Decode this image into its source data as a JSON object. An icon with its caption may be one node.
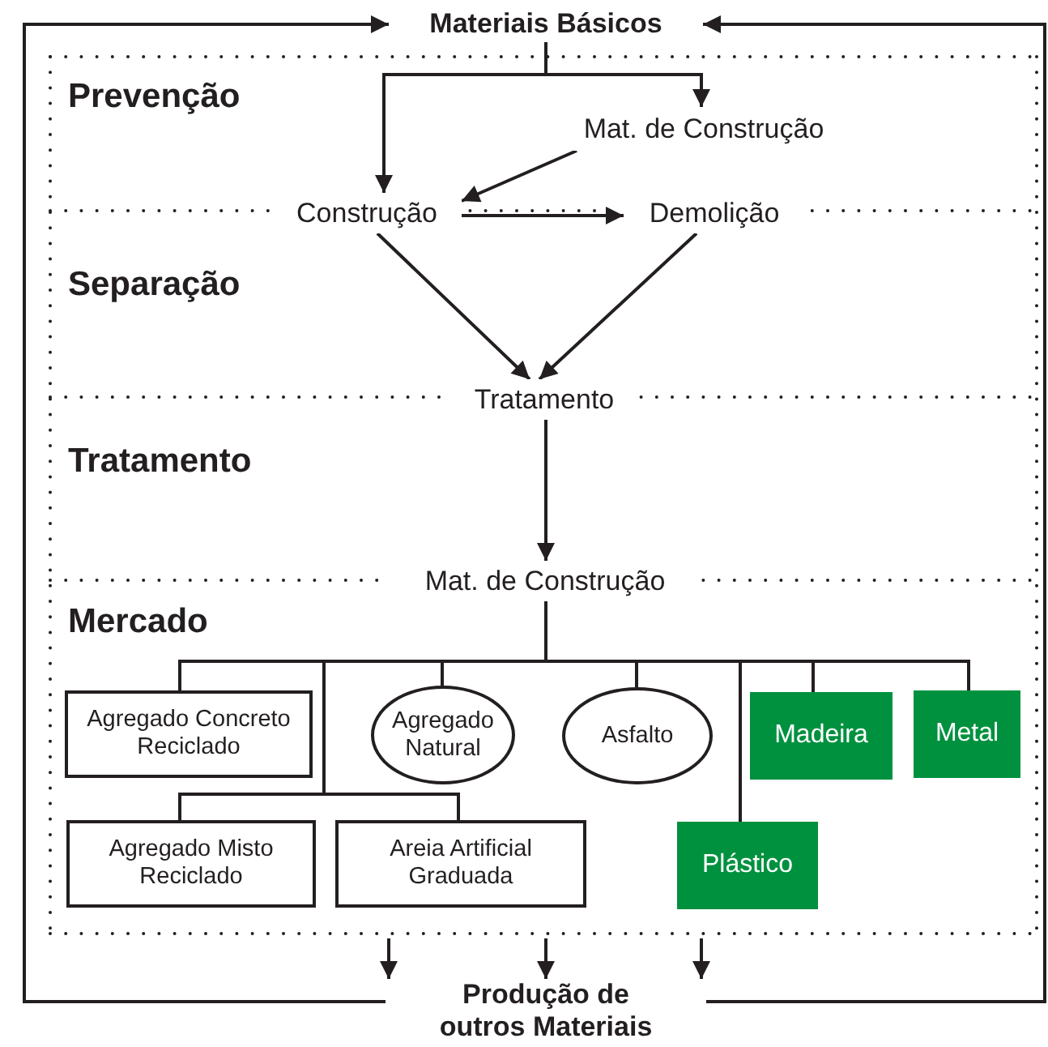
{
  "diagram": {
    "nodes": [
      {
        "text": [
          "Materiais Básicos"
        ]
      },
      {
        "text": [
          "Mat. de Construção"
        ]
      },
      {
        "text": [
          "Construção"
        ]
      },
      {
        "text": [
          "Demolição"
        ]
      },
      {
        "text": [
          "Tratamento"
        ]
      },
      {
        "text": [
          "Mat. de Construção"
        ]
      },
      {
        "text": [
          "Agregado Concreto Reciclado"
        ]
      },
      {
        "text": [
          "Agregado Natural"
        ]
      },
      {
        "text": [
          "Asfalto"
        ]
      },
      {
        "text": [
          "Madeira"
        ]
      },
      {
        "text": [
          "Metal"
        ]
      },
      {
        "text": [
          "Agregado Misto Reciclado"
        ]
      },
      {
        "text": [
          "Areia Artificial Graduada"
        ]
      },
      {
        "text": [
          "Plástico"
        ]
      },
      {
        "text": [
          "Produção de outros Materiais"
        ]
      }
    ],
    "edges": [
      {
        "from": 0,
        "to": 1,
        "arrow": "to"
      },
      {
        "from": 0,
        "to": 2,
        "arrow": "to"
      },
      {
        "from": 1,
        "to": 2,
        "arrow": "to"
      },
      {
        "from": 2,
        "to": 3,
        "arrow": "to"
      },
      {
        "from": 2,
        "to": 4,
        "arrow": "to"
      },
      {
        "from": 3,
        "to": 4,
        "arrow": "to"
      },
      {
        "from": 4,
        "to": 5,
        "arrow": "to"
      },
      {
        "from": 5,
        "to": 6,
        "arrow": "none"
      },
      {
        "from": 5,
        "to": 7,
        "arrow": "none"
      },
      {
        "from": 5,
        "to": 8,
        "arrow": "none"
      },
      {
        "from": 5,
        "to": 9,
        "arrow": "none"
      },
      {
        "from": 5,
        "to": 10,
        "arrow": "none"
      },
      {
        "from": 5,
        "to": 11,
        "arrow": "none"
      },
      {
        "from": 5,
        "to": 12,
        "arrow": "none"
      },
      {
        "from": 5,
        "to": 13,
        "arrow": "none"
      },
      {
        "from": null,
        "to": 14,
        "arrow": "to"
      },
      {
        "from": null,
        "to": 14,
        "arrow": "to"
      },
      {
        "from": null,
        "to": 14,
        "arrow": "to"
      },
      {
        "from": 14,
        "to": 0,
        "arrow": "to"
      },
      {
        "from": 14,
        "to": 0,
        "arrow": "to"
      }
    ],
    "labels": [
      "Prevenção",
      "Separação",
      "Tratamento",
      "Mercado"
    ]
  }
}
